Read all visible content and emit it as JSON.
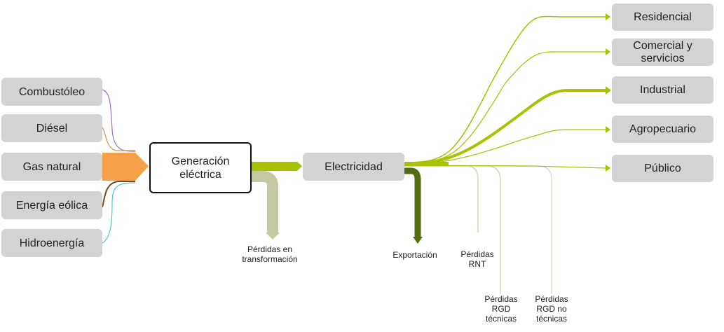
{
  "sources": [
    {
      "label": "Combustóleo",
      "color": "#9b6fc4"
    },
    {
      "label": "Diésel",
      "color": "#c49a5a"
    },
    {
      "label": "Gas natural",
      "color": "#f4a148"
    },
    {
      "label": "Energía eólica",
      "color": "#7a4a1e"
    },
    {
      "label": "Hidroenergía",
      "color": "#4fc9c0"
    }
  ],
  "generation": {
    "label": "Generación eléctrica"
  },
  "electricity": {
    "label": "Electricidad"
  },
  "losses_transformation": {
    "label": "Pérdidas en transformación",
    "color": "#c4c8a3"
  },
  "export": {
    "label": "Exportación",
    "color": "#556b12"
  },
  "losses": [
    {
      "label": "Pérdidas RNT"
    },
    {
      "label": "Pérdidas RGD técnicas"
    },
    {
      "label": "Pérdidas RGD no técnicas"
    }
  ],
  "losses_color": "#d4d6b8",
  "flow_color": "#a8c200",
  "sectors": [
    {
      "label": "Residencial"
    },
    {
      "label": "Comercial y servicios"
    },
    {
      "label": "Industrial"
    },
    {
      "label": "Agropecuario"
    },
    {
      "label": "Público"
    }
  ]
}
